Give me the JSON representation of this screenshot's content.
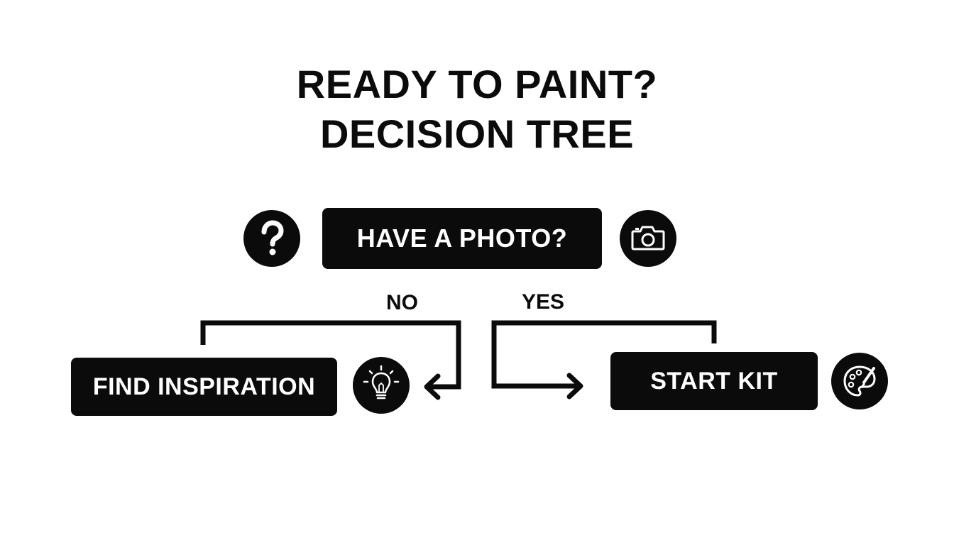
{
  "title": {
    "line1": "READY TO PAINT?",
    "line2": "DECISION TREE"
  },
  "nodes": {
    "question": "HAVE A PHOTO?",
    "no_outcome": "FIND INSPIRATION",
    "yes_outcome": "START KIT"
  },
  "branches": {
    "no": "NO",
    "yes": "YES"
  },
  "icons": {
    "question": "question-mark-icon",
    "camera": "camera-icon",
    "bulb": "lightbulb-icon",
    "palette": "palette-brush-icon"
  },
  "colors": {
    "ink": "#0b0b0b",
    "background": "#ffffff",
    "box_text": "#ffffff"
  }
}
